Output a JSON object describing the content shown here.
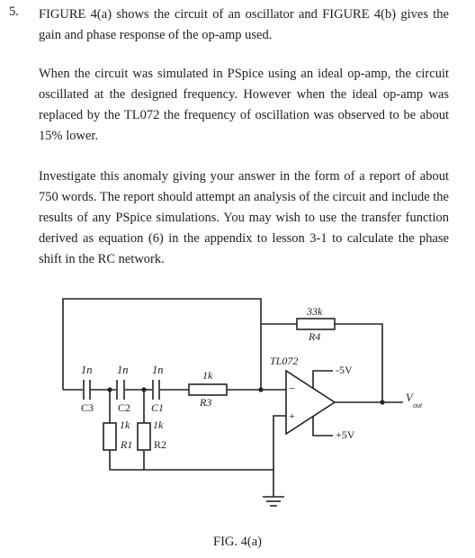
{
  "question_number": "5.",
  "paragraphs": [
    "FIGURE 4(a) shows the circuit of an oscillator and FIGURE 4(b) gives the gain and phase response of the op-amp used.",
    "When the circuit was simulated in PSpice using an ideal op-amp, the circuit oscillated at the designed frequency. However when the ideal op-amp was replaced by the TL072 the frequency of oscillation was observed to be about 15% lower.",
    "Investigate this anomaly giving your answer in the form of a report of about 750 words.  The report should attempt an analysis of the circuit and include the results of any PSpice simulations.  You may wish to use the transfer function derived as equation (6) in the appendix to lesson 3-1 to calculate the phase shift in the RC network."
  ],
  "circuit": {
    "c3": {
      "label": "C3",
      "value": "1n"
    },
    "c2": {
      "label": "C2",
      "value": "1n"
    },
    "c1": {
      "label": "C1",
      "value": "1n"
    },
    "r1": {
      "label": "R1",
      "value": "1k"
    },
    "r2": {
      "label": "R2",
      "value": "1k"
    },
    "r3": {
      "label": "R3",
      "value": "1k"
    },
    "r4": {
      "label": "R4",
      "value": "33k"
    },
    "opamp": {
      "label": "TL072",
      "minus_sign": "−",
      "plus_sign": "+"
    },
    "neg_supply": "-5V",
    "pos_supply": "+5V",
    "output": {
      "main": "V",
      "sub": "out"
    }
  },
  "caption": "FIG. 4(a)"
}
